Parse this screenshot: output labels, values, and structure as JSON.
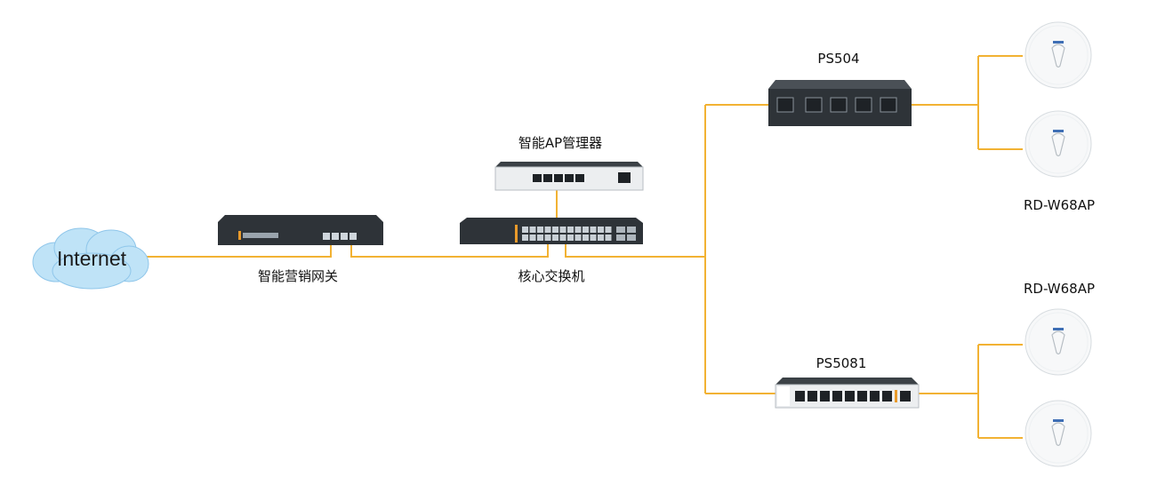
{
  "colors": {
    "link": "#F2B233",
    "cloud_fill": "#BFE3F7",
    "cloud_stroke": "#8FC6EA",
    "device_dark": "#2E3338",
    "device_light": "#ECEEF0",
    "port": "#1E2226",
    "accent_orange": "#E89A2B"
  },
  "nodes": {
    "internet": {
      "label": "Internet",
      "icon": "cloud-icon"
    },
    "gateway": {
      "label": "智能营销网关",
      "icon": "gateway-icon"
    },
    "ap_manager": {
      "label": "智能AP管理器",
      "icon": "ap-controller-icon"
    },
    "core_switch": {
      "label": "核心交换机",
      "icon": "core-switch-icon"
    },
    "ps504": {
      "label": "PS504",
      "icon": "poe-switch-icon"
    },
    "ps5081": {
      "label": "PS5081",
      "icon": "poe-switch-icon"
    },
    "ap_group_top": {
      "label": "RD-W68AP",
      "icon": "access-point-icon"
    },
    "ap_group_bottom": {
      "label": "RD-W68AP",
      "icon": "access-point-icon"
    }
  }
}
